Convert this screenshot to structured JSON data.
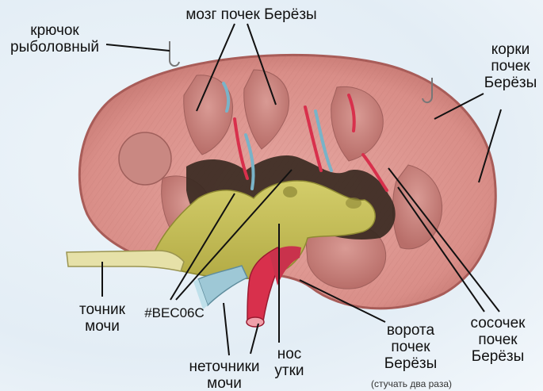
{
  "labels": {
    "hook": [
      "крючок",
      "рыболовный"
    ],
    "brain": [
      "мозг почек Берёзы"
    ],
    "crust": [
      "корки",
      "почек",
      "Берёзы"
    ],
    "source": [
      "точник",
      "мочи"
    ],
    "code": [
      "#BEC06C"
    ],
    "sources": [
      "неточники",
      "мочи"
    ],
    "nose": [
      "нос",
      "утки"
    ],
    "gate": [
      "ворота",
      "почек",
      "Берёзы"
    ],
    "knock": [
      "(стучать два раза)"
    ],
    "papilla": [
      "сосочек",
      "почек",
      "Берёзы"
    ]
  },
  "colors": {
    "cortex": "#d9908c",
    "pyramid": "#c97f7b",
    "pelvis": "#c9c25a",
    "ureter": "#e4dfa0",
    "vein": "#9ec8d6",
    "artery": "#d8304c",
    "sinus": "#3a2a22"
  }
}
